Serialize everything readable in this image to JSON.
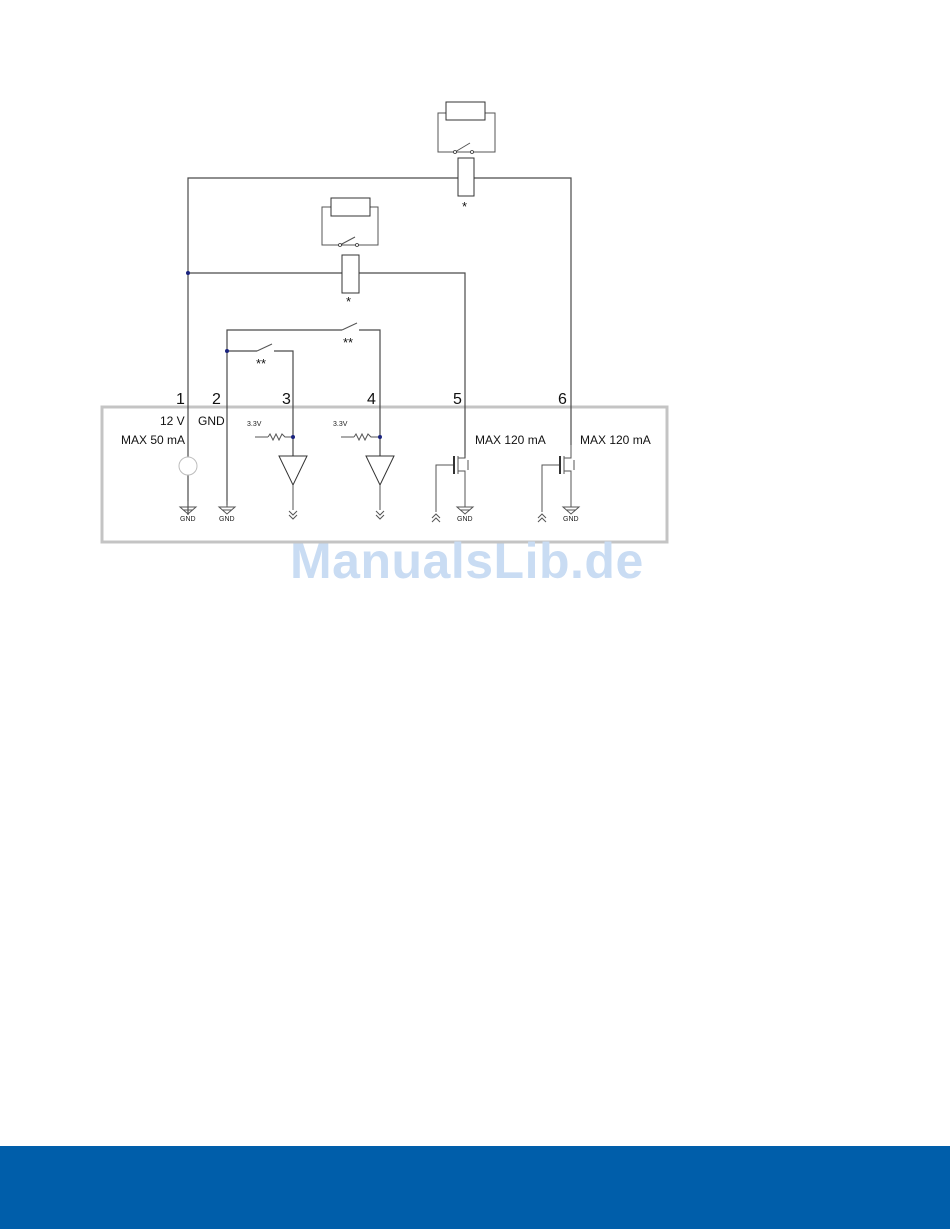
{
  "pins": [
    "1",
    "2",
    "3",
    "4",
    "5",
    "6"
  ],
  "labels": {
    "pin1_voltage": "12 V",
    "pin1_current": "MAX 50 mA",
    "pin2": "GND",
    "pin5_current": "MAX 120 mA",
    "pin6_current": "MAX 120 mA",
    "pullup": "3.3V",
    "ground": "GND",
    "relay_note": "*",
    "switch_note": "**"
  },
  "watermark": "ManualsLib.de",
  "colors": {
    "footer": "#005EAA",
    "box": "#C4C4C4",
    "junction": "#1A237E",
    "watermark": "#C9DCF3"
  }
}
